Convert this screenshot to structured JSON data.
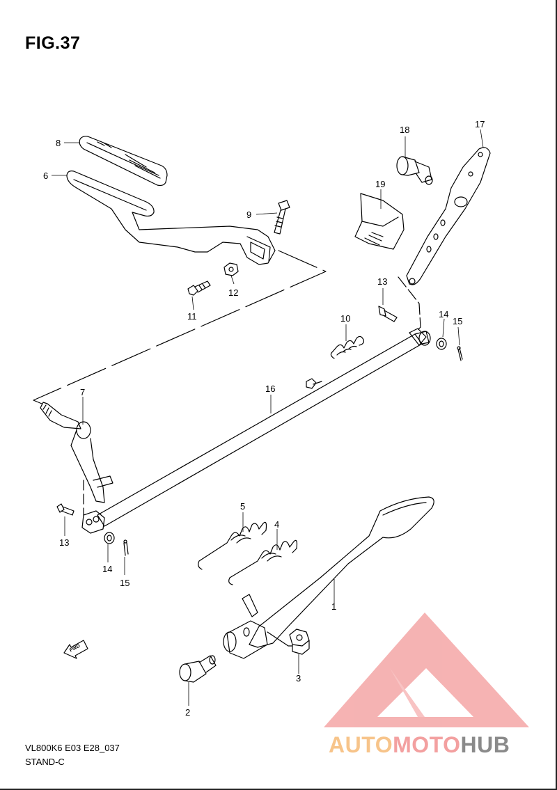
{
  "figure": {
    "title": "FIG.37",
    "code": "VL800K6 E03 E28_037",
    "caption": "STAND-C",
    "fwd_label": "FWD"
  },
  "callouts": {
    "c1": "1",
    "c2": "2",
    "c3": "3",
    "c4": "4",
    "c5": "5",
    "c6": "6",
    "c7": "7",
    "c8": "8",
    "c9": "9",
    "c10": "10",
    "c11": "11",
    "c12": "12",
    "c13a": "13",
    "c13b": "13",
    "c14a": "14",
    "c14b": "14",
    "c15a": "15",
    "c15b": "15",
    "c16": "16",
    "c17": "17",
    "c18": "18",
    "c19": "19"
  },
  "watermark": {
    "part1": "AUTO",
    "part2": "MOTO",
    "part3": "HUB",
    "colors": {
      "auto": "#f7c48a",
      "moto": "#f3a0a0",
      "hub": "#8a8a8a",
      "logo": "#f4a6a6"
    }
  },
  "line_color": "#000000"
}
